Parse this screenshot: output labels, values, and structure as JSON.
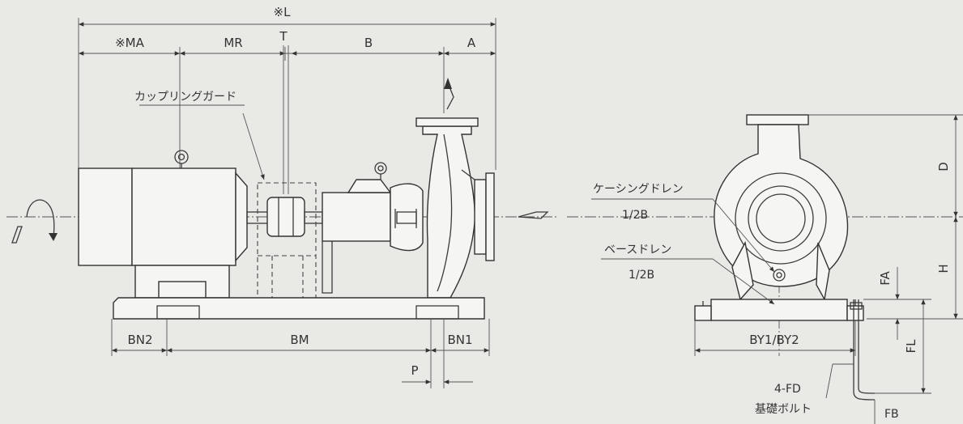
{
  "side_view": {
    "dims_top": {
      "overall": "※L",
      "motor": "※MA",
      "shaft_gap": "MR",
      "coupling_center": "T",
      "bearing_to_suction": "B",
      "discharge_offset": "A"
    },
    "coupling_guard_label": "カップリングガード",
    "dims_bottom": {
      "base_left": "BN2",
      "base_mid": "BM",
      "base_right": "BN1",
      "pitch": "P"
    }
  },
  "front_view": {
    "casing_drain_label": "ケーシングドレン",
    "casing_drain_size": "1/2B",
    "base_drain_label": "ベースドレン",
    "base_drain_size": "1/2B",
    "dims": {
      "outlet_height": "D",
      "center_height": "H",
      "flange_height": "FA",
      "base_width": "BY1/BY2",
      "foundation_length": "FL",
      "bolt_spec": "4-FD",
      "bolt_depth": "FB"
    },
    "foundation_bolt_label": "基礎ボルト"
  }
}
